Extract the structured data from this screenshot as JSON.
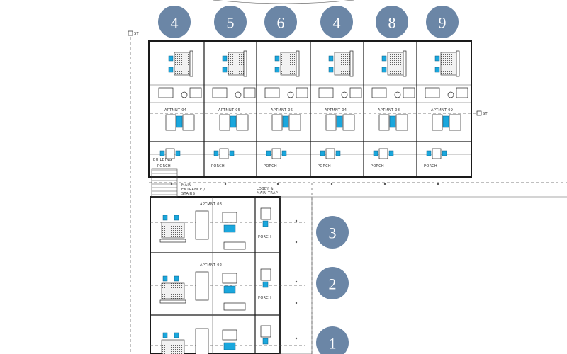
{
  "top_markers": [
    "4",
    "5",
    "6",
    "4",
    "8",
    "9"
  ],
  "side_markers": [
    "3",
    "2",
    "1"
  ],
  "apartment_labels_top": [
    "APTMNT 04",
    "APTMNT 05",
    "APTMNT 06",
    "APTMNT 04",
    "APTMNT 08",
    "APTMNT 09"
  ],
  "apartment_labels_side": [
    "APTMNT 03",
    "APTMNT 02"
  ],
  "porch_label": "PORCH",
  "main_entrance_label": [
    "MAIN",
    "ENTRANCE /",
    "STAIRS"
  ],
  "lobby_label": [
    "LOBBY &",
    "MAIN TRAP"
  ],
  "building_label": "BUILDING",
  "section_tag": "ST",
  "colors": {
    "marker": "#6b86a6",
    "furniture_accent": "#1aa7dd"
  }
}
